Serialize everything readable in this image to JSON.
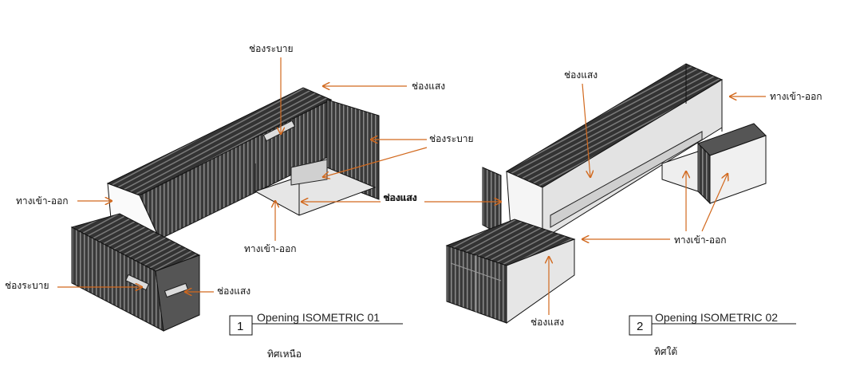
{
  "view1": {
    "number": "1",
    "title": "Opening ISOMETRIC 01",
    "caption": "ทิศเหนือ",
    "labels": {
      "vent_top": "ช่องระบาย",
      "light_top": "ช่องแสง",
      "vent_right": "ช่องระบาย",
      "entry_left": "ทางเข้า-ออก",
      "light_mid": "ช่องแสง",
      "entry_bottom": "ทางเข้า-ออก",
      "vent_left": "ช่องระบาย",
      "light_bottom": "ช่องแสง"
    }
  },
  "view2": {
    "number": "2",
    "title": "Opening ISOMETRIC 02",
    "caption": "ทิศใต้",
    "labels": {
      "light_top": "ช่องแสง",
      "entry_right": "ทางเข้า-ออก",
      "entry_bottom": "ทางเข้า-ออก",
      "light_bottom": "ช่องแสง"
    }
  },
  "colors": {
    "arrow": "#d2691e",
    "container_dark": "#2a2a2a",
    "container_mid": "#4a4a4a",
    "floor_light": "#d9d9d9"
  }
}
